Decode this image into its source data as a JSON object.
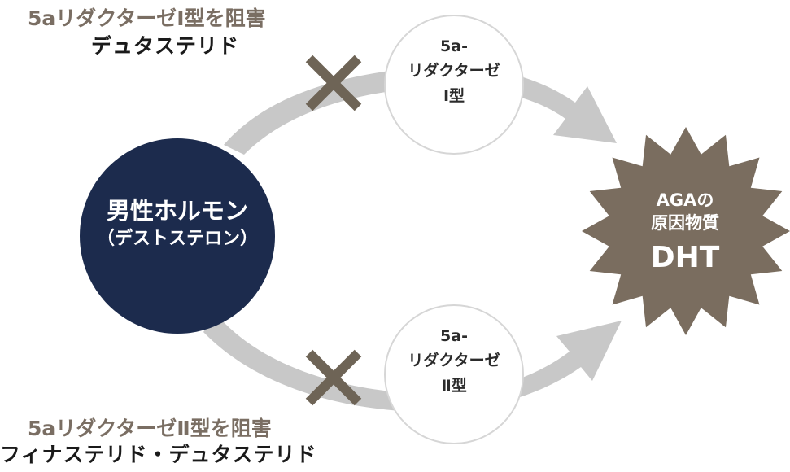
{
  "colors": {
    "arrow": "#c8c8c8",
    "cross": "#6e6456",
    "hormone_circle": "#1c2b4d",
    "star": "#7a6d5f",
    "enzyme_border": "#d6d6d6",
    "inhibitor_text": "#7a6e63"
  },
  "top": {
    "inhibitor_label": "5aリダクターゼⅠ型を阻害",
    "drug_label": "デュタステリド",
    "enzyme": {
      "line1": "5a-",
      "line2": "リダクターゼ",
      "line3": "Ⅰ型"
    }
  },
  "bottom": {
    "inhibitor_label": "5aリダクターゼⅡ型を阻害",
    "drug_label": "フィナステリド・デュタステリド",
    "enzyme": {
      "line1": "5a-",
      "line2": "リダクターゼ",
      "line3": "Ⅱ型"
    }
  },
  "hormone": {
    "line1": "男性ホルモン",
    "line2": "（デストステロン）"
  },
  "dht": {
    "line1": "AGAの",
    "line2": "原因物質",
    "line3": "DHT"
  }
}
